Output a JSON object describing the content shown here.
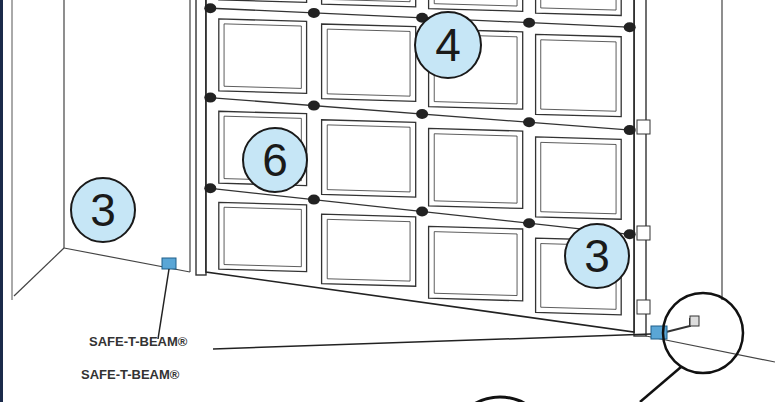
{
  "diagram": {
    "nodes": [
      {
        "text": [
          "4"
        ]
      },
      {
        "text": [
          "6"
        ]
      },
      {
        "text": [
          "3"
        ]
      },
      {
        "text": [
          "3"
        ]
      }
    ],
    "labels": [
      "SAFE-T-BEAM®",
      "SAFE-T-BEAM®"
    ]
  }
}
